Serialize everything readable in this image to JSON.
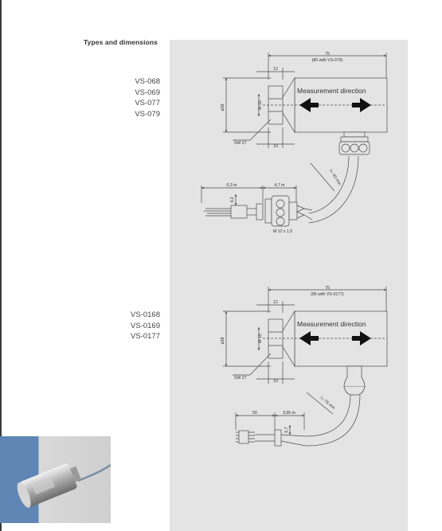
{
  "section": {
    "title": "Types and dimensions"
  },
  "groups": [
    {
      "models": [
        "VS-068",
        "VS-069",
        "VS-077",
        "VS-079"
      ],
      "drawing": {
        "overall_length": "75",
        "overall_length_note": "(80 with VS-079)",
        "dim_flange": "12",
        "dim_diameter": "ø38",
        "dim_thread": "M 10",
        "dim_nut": "10",
        "wrench": "SW 27",
        "measurement_label": "Measurement direction",
        "bend_radius": "rₘ 40 mm",
        "cable_left": "0,3 m",
        "cable_right": "4,7 m",
        "dim_small": "4,2",
        "connector_thread": "M 12 x 1,5"
      }
    },
    {
      "models": [
        "VS-0168",
        "VS-0169",
        "VS-0177"
      ],
      "drawing": {
        "overall_length": "75",
        "overall_length_note": "(85 with VS-0177)",
        "dim_flange": "12",
        "dim_diameter": "ø38",
        "dim_thread": "M 10",
        "dim_nut": "10",
        "wrench": "SW 27",
        "measurement_label": "Measurement direction",
        "bend_radius": "rₘ 75 mm",
        "cable_left": "50",
        "cable_right": "9,95 m",
        "dim_small": "6,7"
      }
    }
  ],
  "colors": {
    "panel_bg": "#e4e4e4",
    "photo_blue": "#5f86b4",
    "line": "#4a4a4a"
  }
}
